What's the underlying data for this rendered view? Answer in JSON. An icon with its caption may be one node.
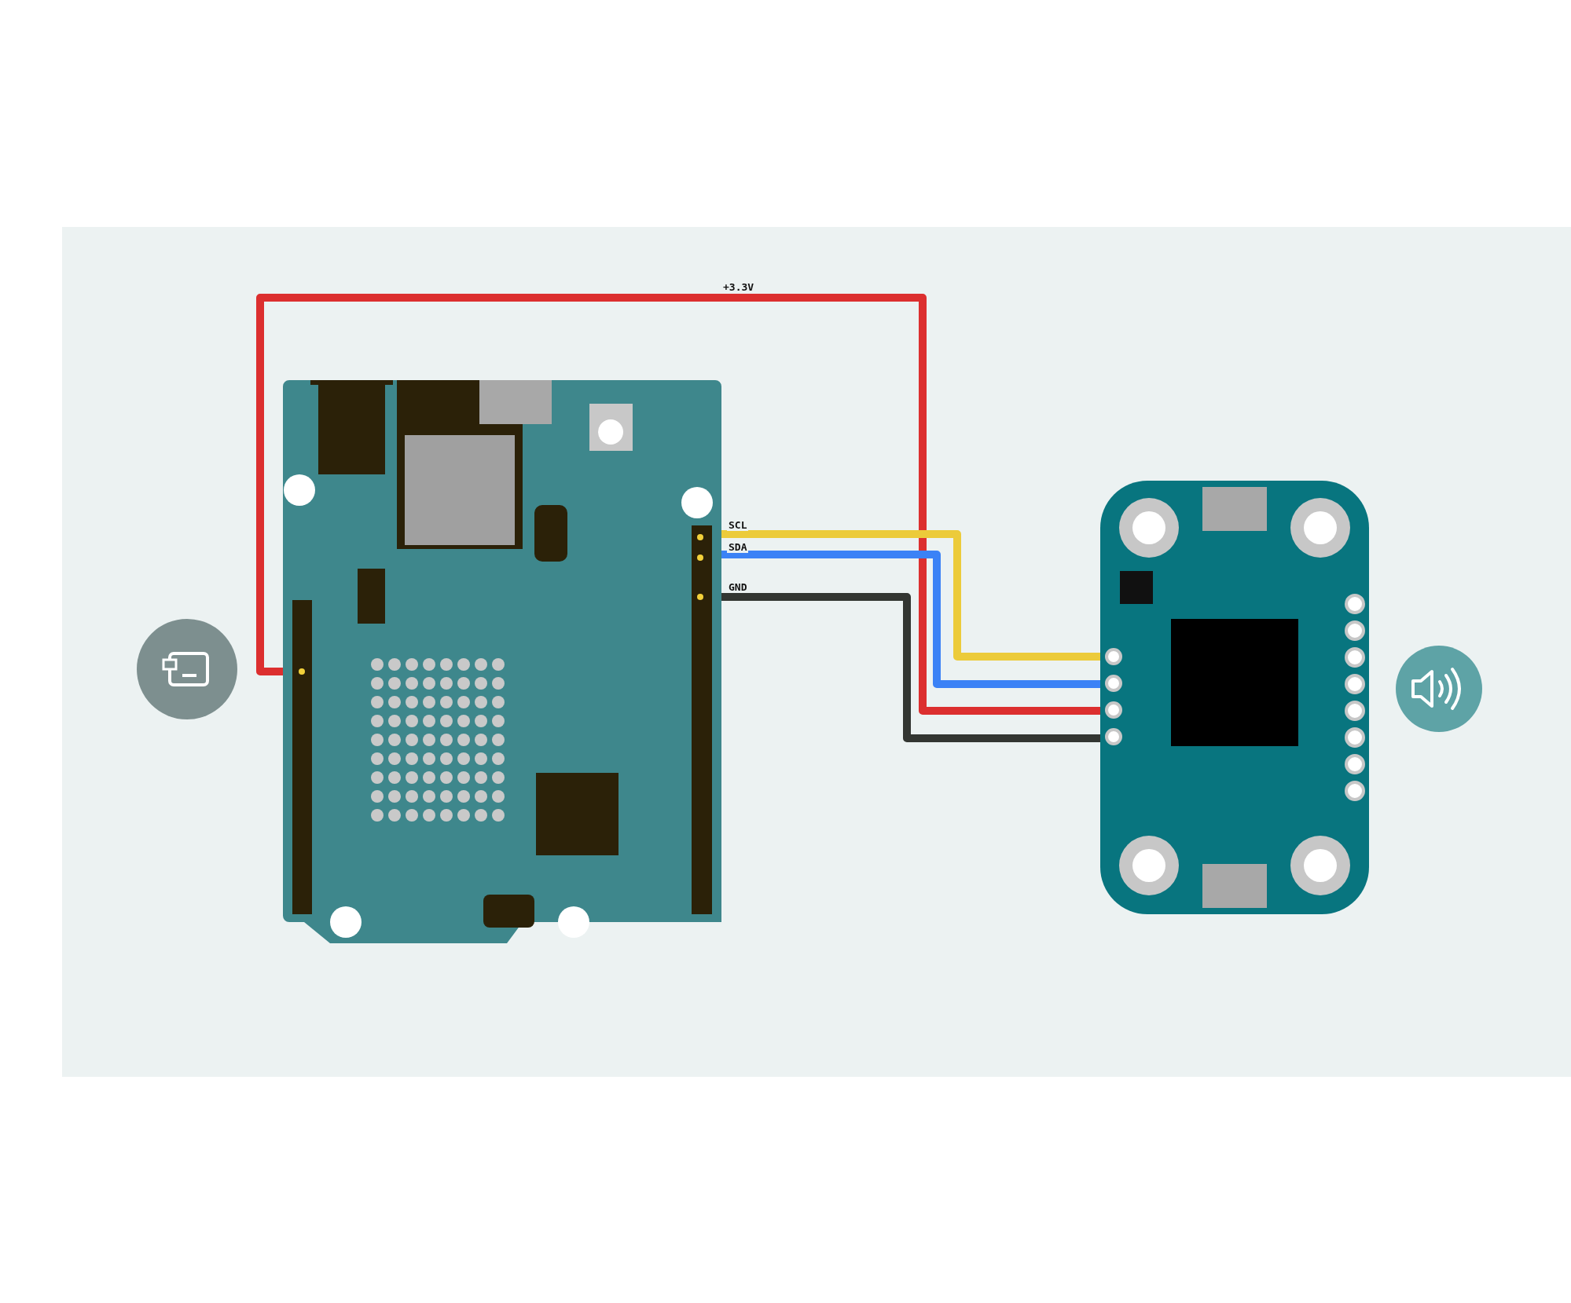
{
  "diagram": {
    "nodes": [
      {
        "text": [],
        "shape": "picture"
      },
      {
        "text": [],
        "shape": "picture"
      }
    ],
    "edges": [
      {
        "from": 0,
        "to": 1,
        "arrow": "none",
        "label": "+3.3V",
        "color": "#dc2f2f"
      },
      {
        "from": 0,
        "to": 1,
        "arrow": "none",
        "label": "SCL",
        "color": "#eccb3a"
      },
      {
        "from": 0,
        "to": 1,
        "arrow": "none",
        "label": "SDA",
        "color": "#3b82f6"
      },
      {
        "from": 0,
        "to": 1,
        "arrow": "none",
        "label": "GND",
        "color": "#333632"
      }
    ]
  }
}
